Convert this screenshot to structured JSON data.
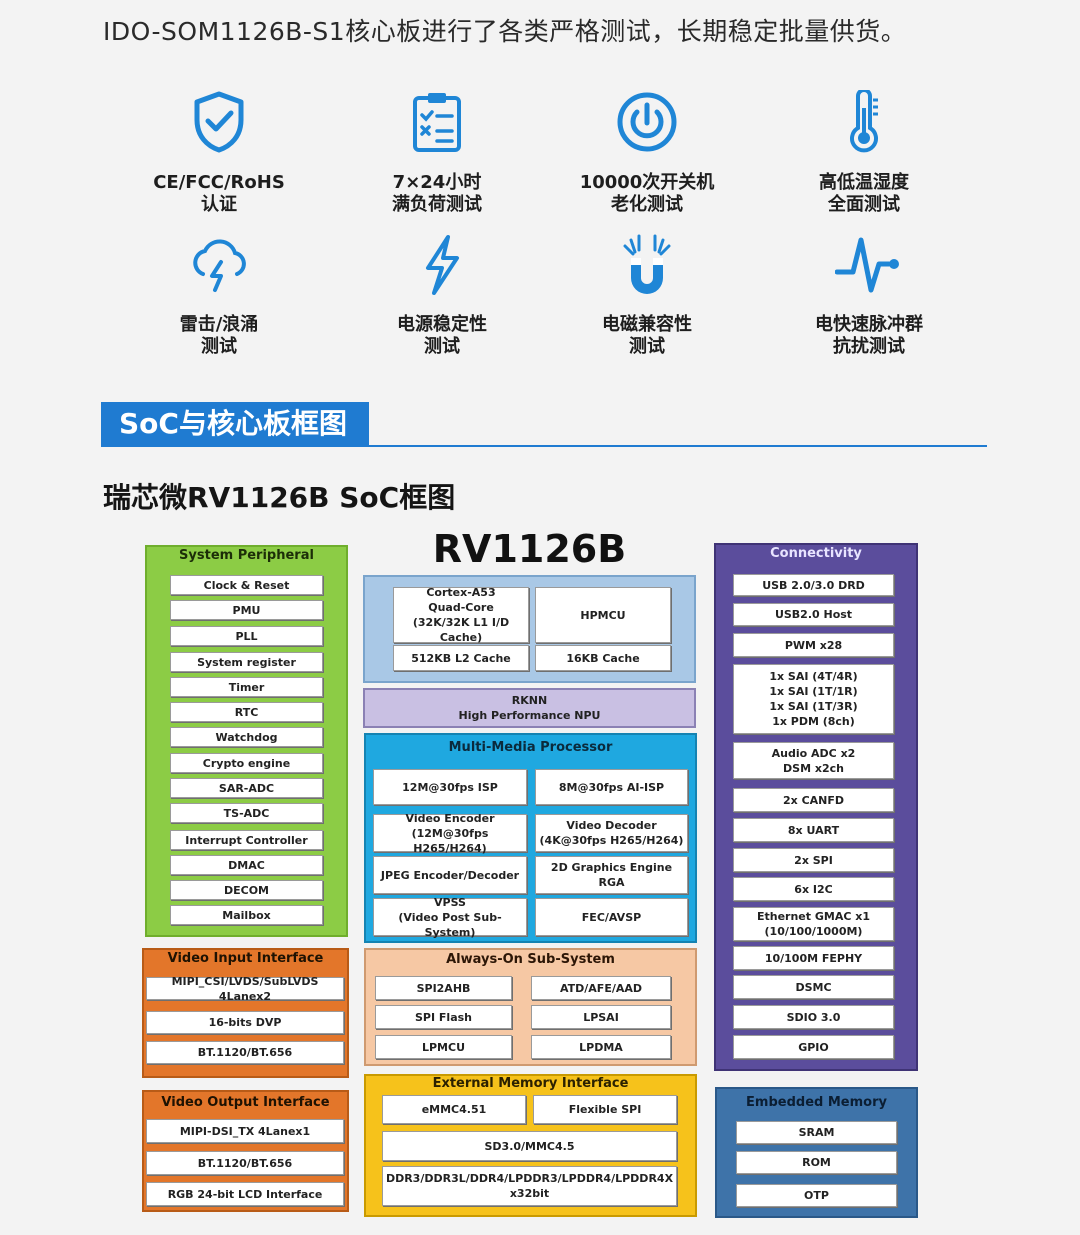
{
  "intro_text": "IDO-SOM1126B-S1核心板进行了各类严格测试，长期稳定批量供货。",
  "features": [
    {
      "icon": "shield-check-icon",
      "line1": "CE/FCC/RoHS",
      "line2": "认证"
    },
    {
      "icon": "clipboard-checklist-icon",
      "line1": "7×24小时",
      "line2": "满负荷测试"
    },
    {
      "icon": "power-icon",
      "line1": "10000次开关机",
      "line2": "老化测试"
    },
    {
      "icon": "thermometer-icon",
      "line1": "高低温湿度",
      "line2": "全面测试"
    },
    {
      "icon": "storm-cloud-icon",
      "line1": "雷击/浪涌",
      "line2": "测试"
    },
    {
      "icon": "lightning-icon",
      "line1": "电源稳定性",
      "line2": "测试"
    },
    {
      "icon": "magnet-icon",
      "line1": "电磁兼容性",
      "line2": "测试"
    },
    {
      "icon": "pulse-icon",
      "line1": "电快速脉冲群",
      "line2": "抗扰测试"
    }
  ],
  "section_title": "SoC与核心板框图",
  "subtitle": "瑞芯微RV1126B SoC框图",
  "colors": {
    "accent": "#1f7bd1",
    "icon": "#1f86d6"
  },
  "diagram": {
    "chip_name": "RV1126B",
    "system_peripheral": {
      "title": "System Peripheral",
      "items": [
        "Clock & Reset",
        "PMU",
        "PLL",
        "System register",
        "Timer",
        "RTC",
        "Watchdog",
        "Crypto engine",
        "SAR-ADC",
        "TS-ADC",
        "Interrupt Controller",
        "DMAC",
        "DECOM",
        "Mailbox"
      ]
    },
    "video_input": {
      "title": "Video Input Interface",
      "items": [
        "MIPI_CSI/LVDS/SubLVDS 4Lanex2",
        "16-bits DVP",
        "BT.1120/BT.656"
      ]
    },
    "video_output": {
      "title": "Video Output Interface",
      "items": [
        "MIPI-DSI_TX 4Lanex1",
        "BT.1120/BT.656",
        "RGB 24-bit LCD Interface"
      ]
    },
    "cpu": {
      "cortex": "Cortex-A53\nQuad-Core\n(32K/32K L1 I/D Cache)",
      "hpmcu": "HPMCU",
      "l2": "512KB L2 Cache",
      "cache16": "16KB Cache"
    },
    "npu": "RKNN\nHigh Performance NPU",
    "multimedia": {
      "title": "Multi-Media Processor",
      "items": [
        "12M@30fps ISP",
        "8M@30fps AI-ISP",
        "Video Encoder\n(12M@30fps H265/H264)",
        "Video Decoder\n(4K@30fps H265/H264)",
        "JPEG Encoder/Decoder",
        "2D Graphics Engine\nRGA",
        "VPSS\n(Video Post Sub-System)",
        "FEC/AVSP"
      ]
    },
    "always_on": {
      "title": "Always-On Sub-System",
      "items": [
        "SPI2AHB",
        "ATD/AFE/AAD",
        "SPI Flash",
        "LPSAI",
        "LPMCU",
        "LPDMA"
      ]
    },
    "ext_memory": {
      "title": "External Memory Interface",
      "items": [
        "eMMC4.51",
        "Flexible SPI",
        "SD3.0/MMC4.5",
        "DDR3/DDR3L/DDR4/LPDDR3/LPDDR4/LPDDR4X\nx32bit"
      ]
    },
    "connectivity": {
      "title": "Connectivity",
      "items": [
        "USB 2.0/3.0 DRD",
        "USB2.0 Host",
        "PWM x28",
        "1x SAI (4T/4R)\n1x SAI (1T/1R)\n1x SAI (1T/3R)\n1x PDM (8ch)",
        "Audio ADC x2\nDSM x2ch",
        "2x CANFD",
        "8x UART",
        "2x SPI",
        "6x I2C",
        "Ethernet GMAC x1\n(10/100/1000M)",
        "10/100M FEPHY",
        "DSMC",
        "SDIO 3.0",
        "GPIO"
      ]
    },
    "embedded_memory": {
      "title": "Embedded Memory",
      "items": [
        "SRAM",
        "ROM",
        "OTP"
      ]
    }
  }
}
